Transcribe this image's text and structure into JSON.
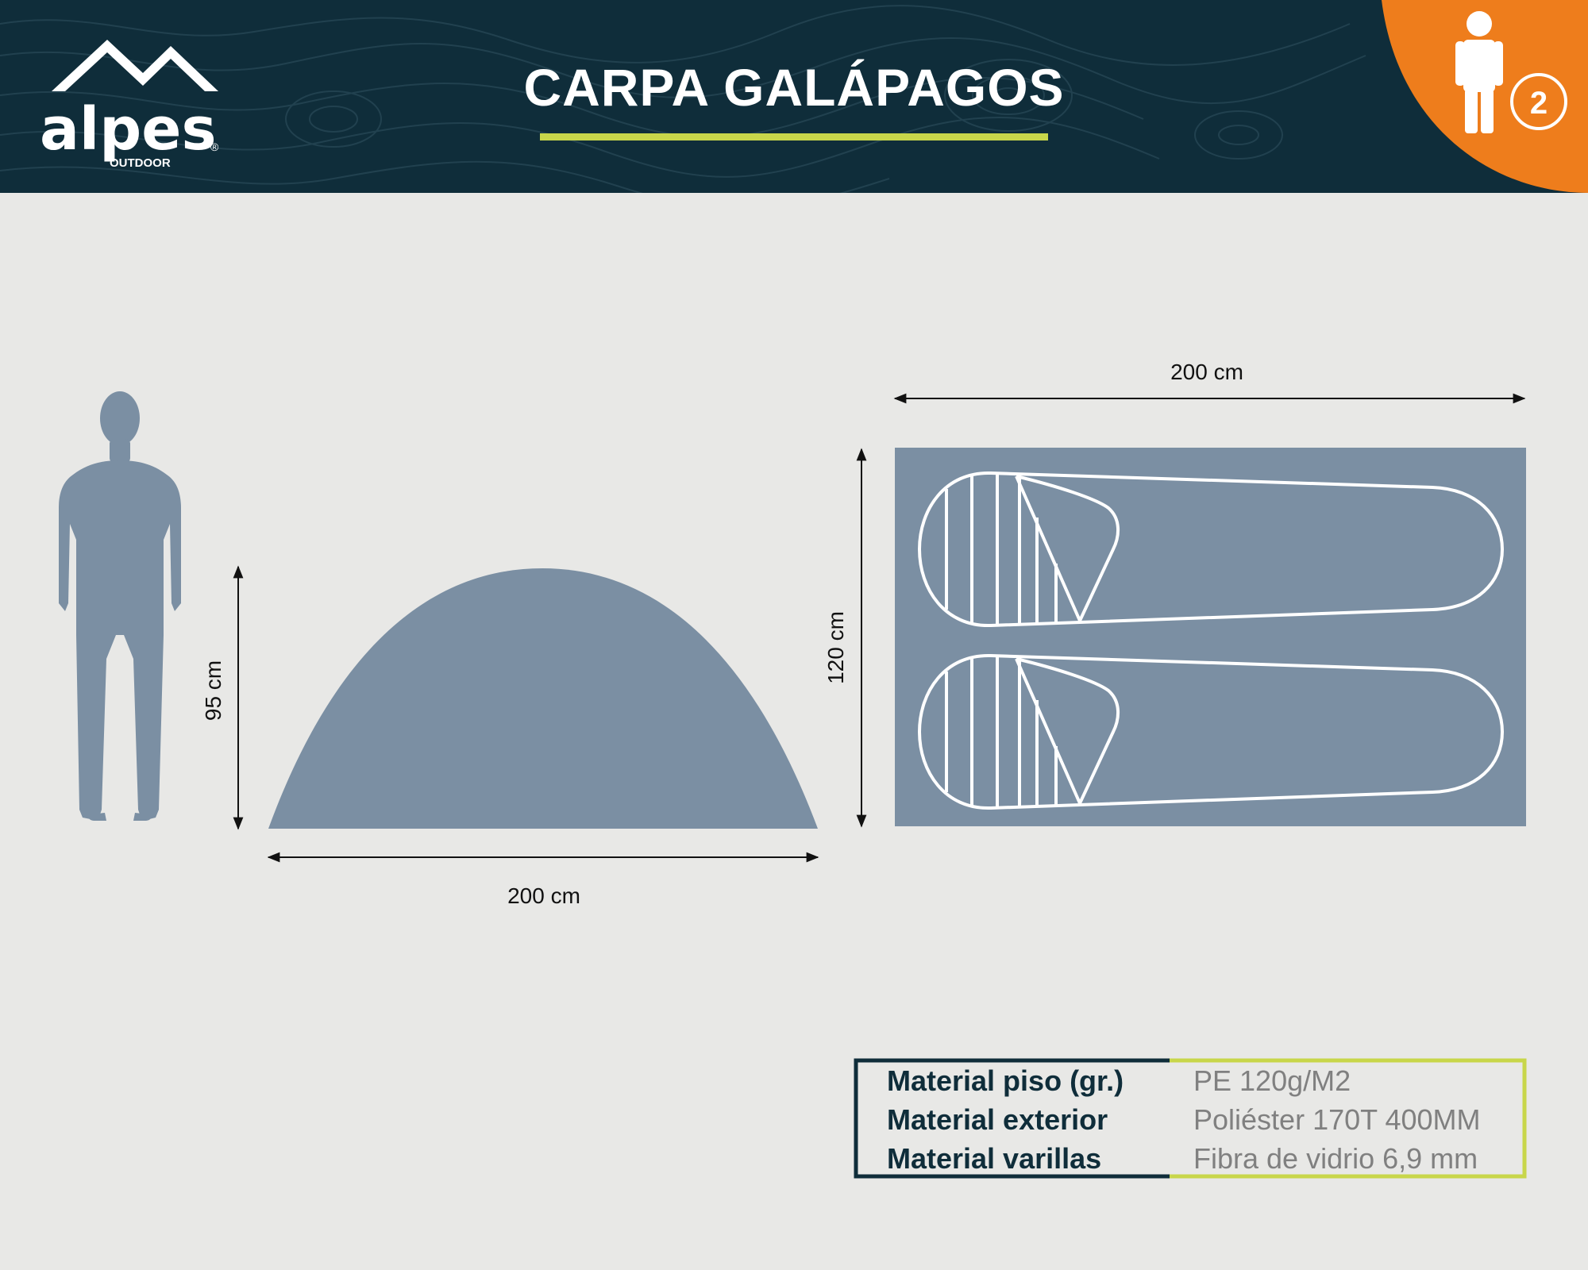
{
  "header": {
    "brand": "alpes",
    "brand_sub": "OUTDOOR",
    "brand_mark": "®",
    "title": "CARPA GALÁPAGOS",
    "capacity": "2",
    "capacity_icon": "person-icon",
    "colors": {
      "header_bg": "#0f2d3a",
      "accent": "#c8d64a",
      "badge": "#ee7d1c"
    }
  },
  "side_view": {
    "height_label": "95 cm",
    "width_label": "200 cm"
  },
  "top_view": {
    "length_label": "200 cm",
    "width_label": "120 cm",
    "sleeping_bags": 2
  },
  "colors": {
    "shape_fill": "#7b8fa3",
    "background": "#e8e8e6"
  },
  "specs": [
    {
      "label": "Material piso (gr.)",
      "value": "PE 120g/M2"
    },
    {
      "label": "Material exterior",
      "value": "Poliéster 170T 400MM"
    },
    {
      "label": "Material varillas",
      "value": "Fibra de vidrio 6,9 mm"
    }
  ]
}
